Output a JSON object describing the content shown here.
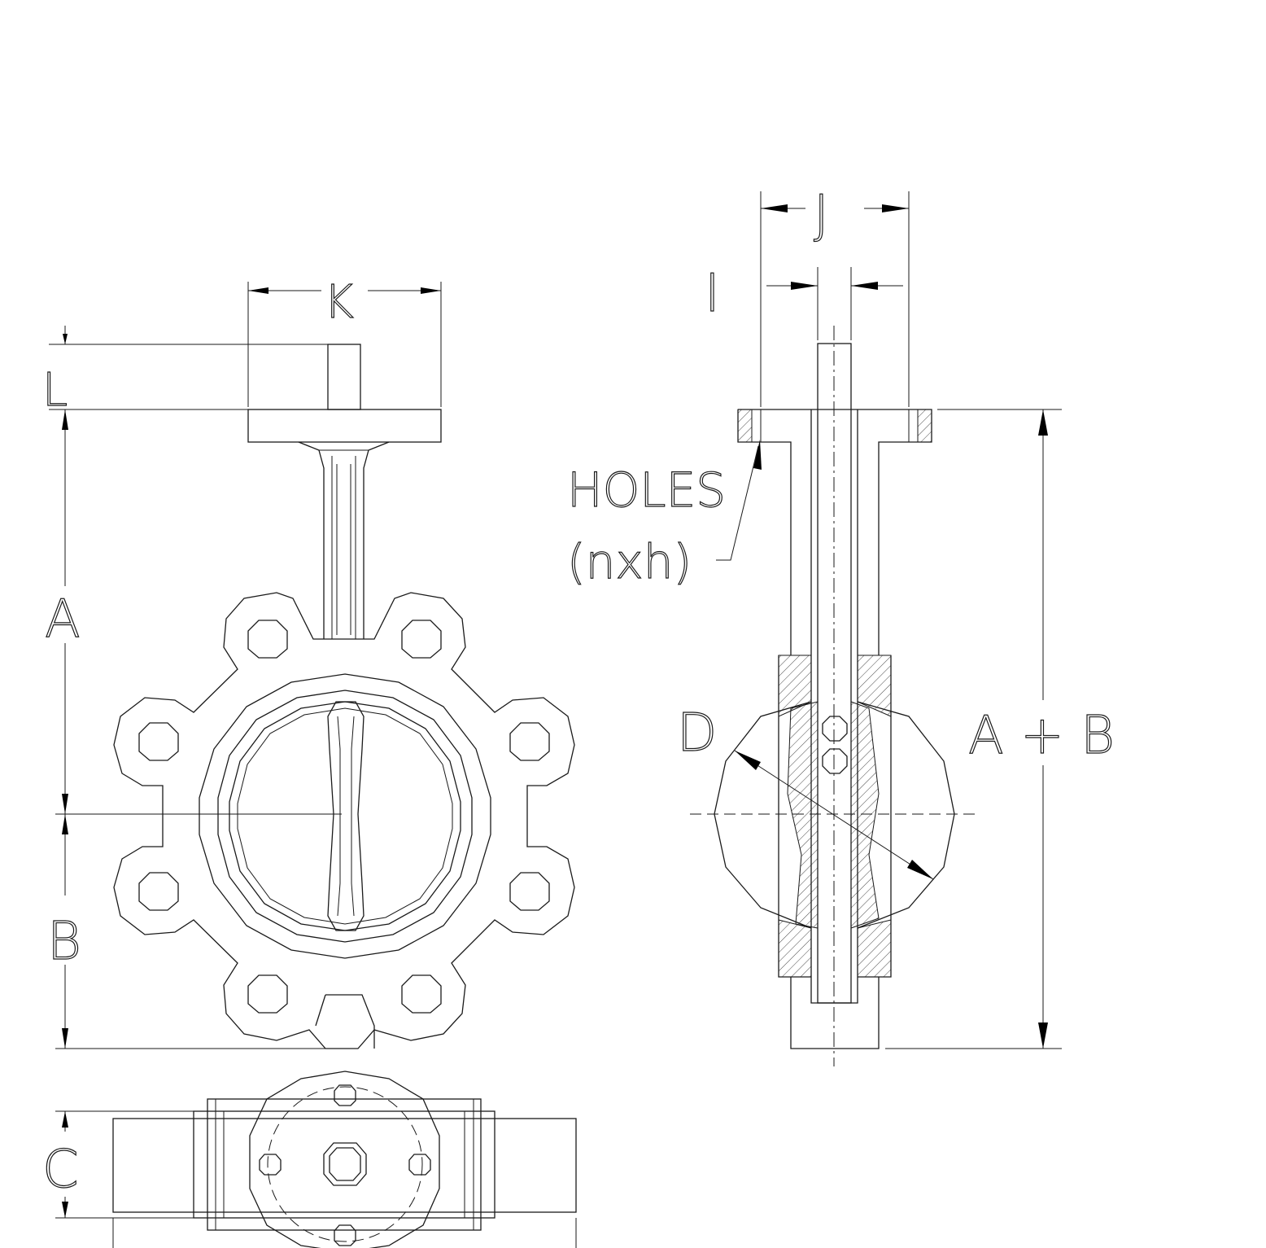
{
  "labels": {
    "dim_a": "A",
    "dim_b": "B",
    "dim_c": "C",
    "dim_d": "D",
    "dim_i": "I",
    "dim_j": "J",
    "dim_k": "K",
    "dim_l": "L",
    "dim_a_plus_b": "A + B",
    "holes_line1": "HOLES",
    "holes_line2": "(nxh)"
  },
  "colors": {
    "line": "#1a1a1a",
    "arrow": "#000000",
    "background": "#ffffff"
  }
}
